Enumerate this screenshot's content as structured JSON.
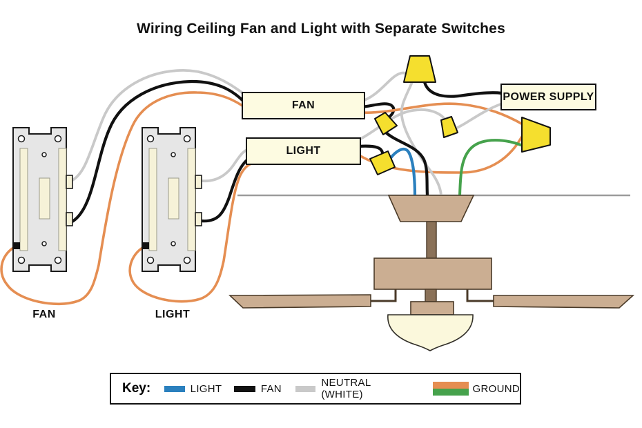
{
  "title": "Wiring Ceiling Fan and Light with Separate Switches",
  "cables": {
    "fan_label": "FAN",
    "light_label": "LIGHT",
    "power_label": "POWER SUPPLY"
  },
  "switches": {
    "fan_switch_label": "FAN",
    "light_switch_label": "LIGHT"
  },
  "key": {
    "heading": "Key:",
    "items": [
      {
        "label": "LIGHT"
      },
      {
        "label": "FAN"
      },
      {
        "label": "NEUTRAL (WHITE)"
      },
      {
        "label": "GROUND"
      }
    ]
  },
  "colors": {
    "wire-light": "#2B80BE",
    "wire-hot": "#111111",
    "wire-neutral": "#C9C9C9",
    "wire-ground-orange": "#E58E52",
    "wire-ground-green": "#46A24C",
    "nut": "#F5DF2E",
    "box-cream": "#FDFBE1",
    "plate": "#E6E6E6",
    "slot": "#F6F2D8",
    "fan-tan": "#CBAE92",
    "fan-rod": "#8A7158",
    "fan-edge": "#4A3A28",
    "bowl": "#FBF8DC",
    "ceiling": "#9B9B9B"
  }
}
